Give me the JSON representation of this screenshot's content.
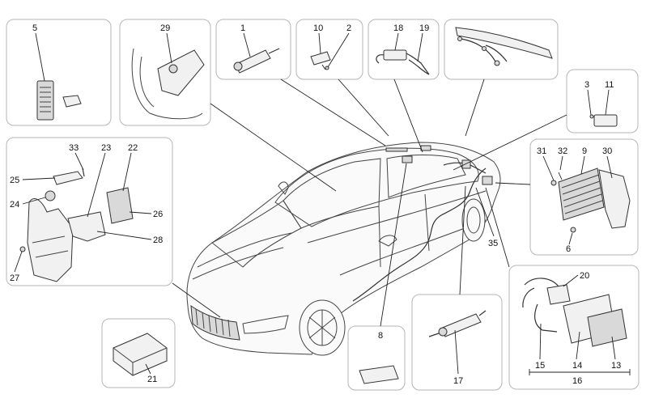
{
  "labels": {
    "l1": "1",
    "l2": "2",
    "l3": "3",
    "l5": "5",
    "l6": "6",
    "l8": "8",
    "l9": "9",
    "l10": "10",
    "l11": "11",
    "l13": "13",
    "l14": "14",
    "l15": "15",
    "l16": "16",
    "l17": "17",
    "l18": "18",
    "l19": "19",
    "l20": "20",
    "l21": "21",
    "l22": "22",
    "l23": "23",
    "l24": "24",
    "l25": "25",
    "l26": "26",
    "l27": "27",
    "l28": "28",
    "l29": "29",
    "l30": "30",
    "l31": "31",
    "l32": "32",
    "l33": "33",
    "l35": "35"
  }
}
